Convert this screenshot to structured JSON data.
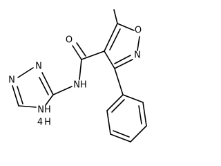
{
  "molecule": {
    "atom_labels": {
      "carbonyl_oxygen": "O",
      "ring_oxygen": "O",
      "ring_nitrogen": "N",
      "amide_nitrogen": "NH",
      "triazole_n1": "N",
      "triazole_n2": "N",
      "triazole_nh": "NH",
      "triazole_nh_number": "4",
      "triazole_nh_number_suffix": "H"
    }
  }
}
